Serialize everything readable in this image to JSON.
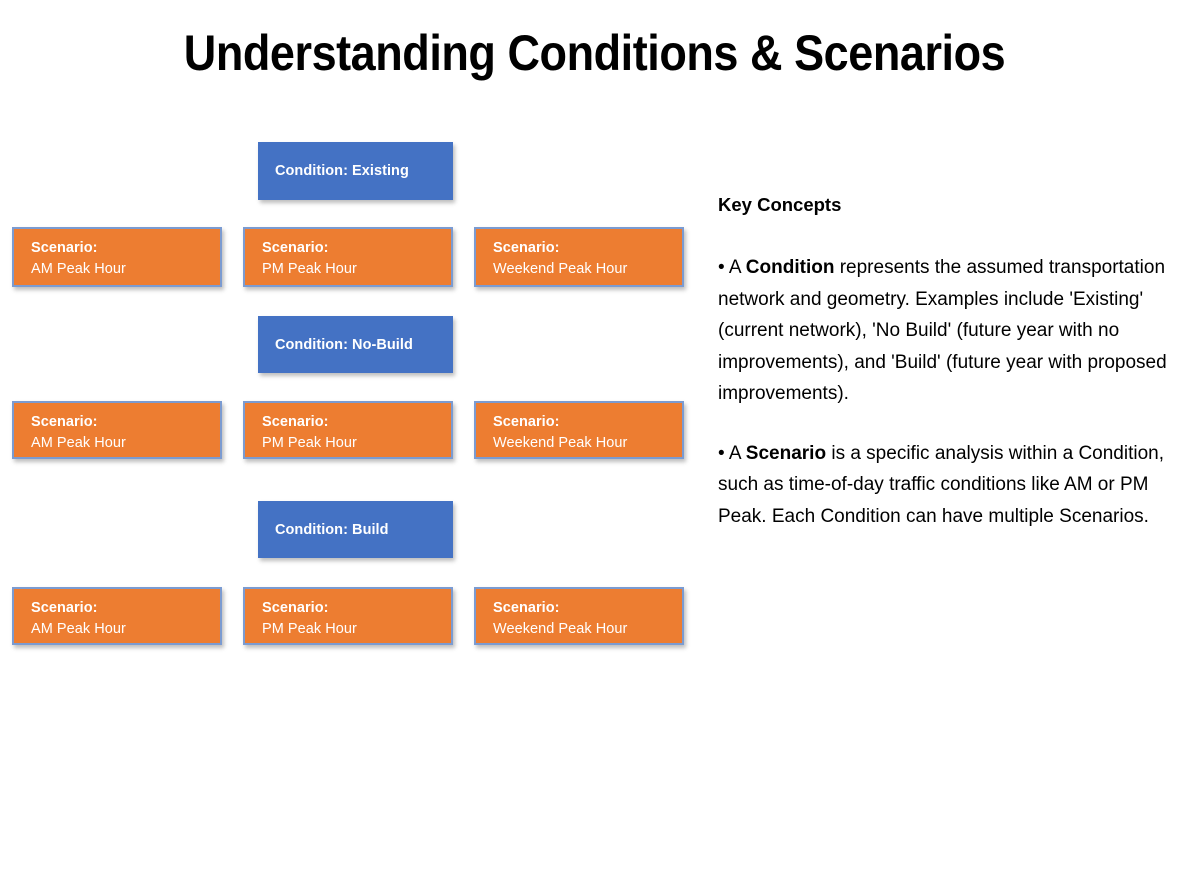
{
  "title": "Understanding Conditions & Scenarios",
  "colors": {
    "condition_fill": "#4472C4",
    "scenario_fill": "#ED7D31",
    "scenario_border": "#7B9BD1",
    "text_on_fill": "#FFFFFF",
    "body_text": "#000000",
    "background": "#FFFFFF"
  },
  "diagram": {
    "conditions": [
      {
        "label": "Condition: Existing"
      },
      {
        "label": "Condition: No-Build"
      },
      {
        "label": "Condition: Build"
      }
    ],
    "scenario_prefix": "Scenario:",
    "scenario_rows": [
      {
        "condition": "Condition: Existing",
        "scenarios": [
          {
            "prefix": "Scenario:",
            "label": "AM Peak Hour"
          },
          {
            "prefix": "Scenario:",
            "label": "PM Peak Hour"
          },
          {
            "prefix": "Scenario:",
            "label": "Weekend Peak Hour"
          }
        ]
      },
      {
        "condition": "Condition: No-Build",
        "scenarios": [
          {
            "prefix": "Scenario:",
            "label": "AM Peak Hour"
          },
          {
            "prefix": "Scenario:",
            "label": "PM Peak Hour"
          },
          {
            "prefix": "Scenario:",
            "label": "Weekend Peak Hour"
          }
        ]
      },
      {
        "condition": "Condition: Build",
        "scenarios": [
          {
            "prefix": "Scenario:",
            "label": "AM Peak Hour"
          },
          {
            "prefix": "Scenario:",
            "label": "PM Peak Hour"
          },
          {
            "prefix": "Scenario:",
            "label": "Weekend Peak Hour"
          }
        ]
      }
    ]
  },
  "notes": {
    "heading": "Key Concepts",
    "bullets": [
      {
        "bullet": "• A ",
        "term": "Condition",
        "rest": " represents the assumed transportation network and geometry. Examples include 'Existing' (current network), 'No Build' (future year with no improvements), and 'Build' (future year with proposed improvements)."
      },
      {
        "bullet": "• A ",
        "term": "Scenario",
        "rest": " is a specific analysis within a Condition, such as time-of-day traffic conditions like AM or PM Peak. Each Condition can have multiple Scenarios."
      }
    ]
  }
}
